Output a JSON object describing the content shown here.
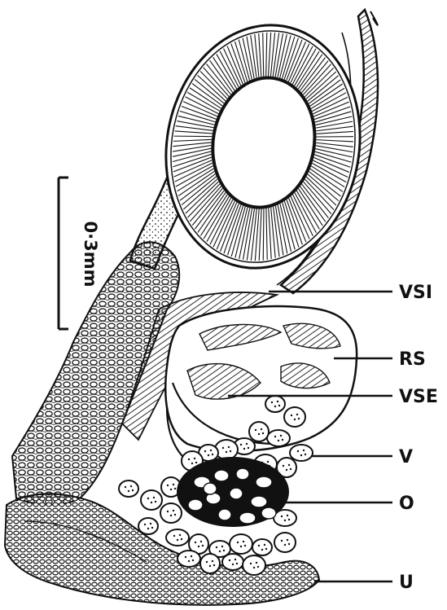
{
  "figure": {
    "scale_bar": {
      "label": "0·3mm"
    },
    "labels": [
      {
        "id": "vsi",
        "text": "VSI"
      },
      {
        "id": "rs",
        "text": "RS"
      },
      {
        "id": "vse",
        "text": "VSE"
      },
      {
        "id": "v",
        "text": "V"
      },
      {
        "id": "o",
        "text": "O"
      },
      {
        "id": "u",
        "text": "U"
      }
    ]
  }
}
